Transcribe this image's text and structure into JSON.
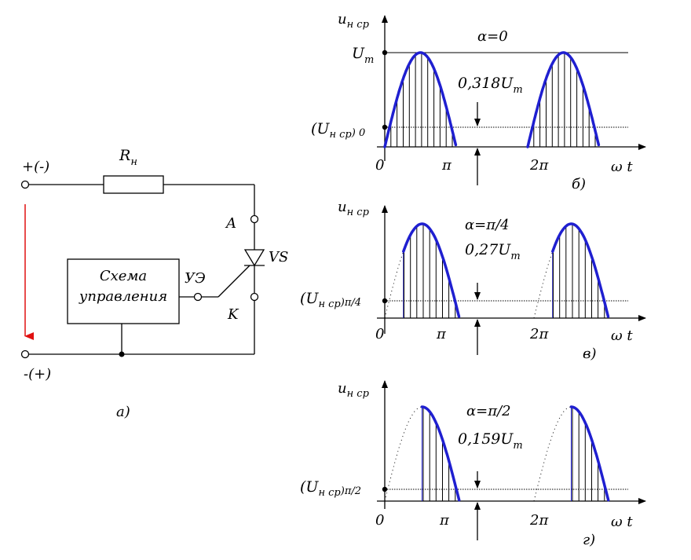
{
  "circuit": {
    "terminal_top": "+(-)",
    "terminal_bottom": "-(+)",
    "resistor_label": "R",
    "resistor_sub": "н",
    "control_box_line1": "Схема",
    "control_box_line2": "управления",
    "control_electrode_label": "УЭ",
    "anode_label": "A",
    "cathode_label": "K",
    "thyristor_label": "VS",
    "caption": "а)"
  },
  "plots": [
    {
      "y_label_main": "u",
      "y_label_sub": "н ср",
      "alpha_label": "α=0",
      "amplitude_label": "U",
      "amplitude_sub": "m",
      "avg_value_label": "0,318U",
      "avg_value_sub": "m",
      "avg_level_label": "(U",
      "avg_level_sub": "н ср",
      "avg_level_tail": ") 0",
      "x_ticks": [
        "0",
        "π",
        "2π"
      ],
      "x_axis_label": "ω t",
      "caption": "б)",
      "alpha_rad": 0,
      "avg_fraction": 0.318
    },
    {
      "y_label_main": "u",
      "y_label_sub": "н ср",
      "alpha_label": "α=π/4",
      "amplitude_label": "",
      "amplitude_sub": "",
      "avg_value_label": "0,27U",
      "avg_value_sub": "m",
      "avg_level_label": "(U",
      "avg_level_sub": "н ср",
      "avg_level_tail": ")π/4",
      "x_ticks": [
        "0",
        "π",
        "2π"
      ],
      "x_axis_label": "ω t",
      "caption": "в)",
      "alpha_rad": 0.7854,
      "avg_fraction": 0.27
    },
    {
      "y_label_main": "u",
      "y_label_sub": "н ср",
      "alpha_label": "α=π/2",
      "amplitude_label": "",
      "amplitude_sub": "",
      "avg_value_label": "0,159U",
      "avg_value_sub": "m",
      "avg_level_label": "(U",
      "avg_level_sub": "н ср",
      "avg_level_tail": ")π/2",
      "x_ticks": [
        "0",
        "π",
        "2π"
      ],
      "x_axis_label": "ω t",
      "caption": "г)",
      "alpha_rad": 1.5708,
      "avg_fraction": 0.159
    }
  ],
  "colors": {
    "waveform": "#1f1fd0",
    "source_arrow": "#e01010",
    "ink": "#000000"
  }
}
